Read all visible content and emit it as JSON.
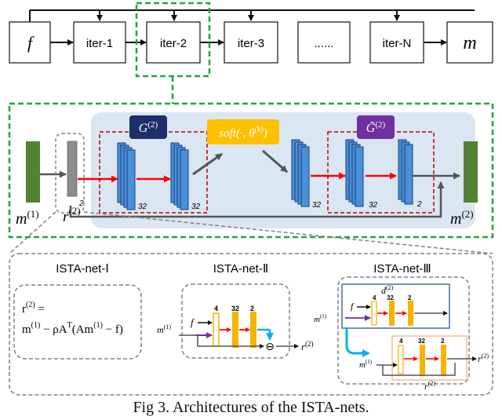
{
  "caption": "Fig 3. Architectures of the ISTA-nets.",
  "pipeline": {
    "input": "f",
    "output": "m",
    "iterations": [
      "iter-1",
      "iter-2",
      "iter-3",
      "......",
      "iter-N"
    ]
  },
  "detail": {
    "m_in": "m",
    "m_in_sup": "(1)",
    "r_label": "r",
    "r_sup": "(2)",
    "r_channels": "2",
    "g_base": "G",
    "g_sup": "(2)",
    "soft": "soft(·, θ",
    "soft_sup": "(k)",
    "soft_close": ")",
    "gt_base": "G̃",
    "gt_sup": "(2)",
    "m_out": "m",
    "m_out_sup": "(2)",
    "ch32_a": "32",
    "ch32_b": "32",
    "ch32_c": "32",
    "ch32_d": "32",
    "ch2_last": "2"
  },
  "variants": {
    "v1": {
      "title": "ISTA-net-Ⅰ",
      "eq1": "r",
      "eq1_sup": "(2)",
      "eq1_tail": " =",
      "eq2": "m",
      "eq2_sup1": "(1)",
      "eq2_mid": " − ρA",
      "eq2_supT": "T",
      "eq2_paren": "(Am",
      "eq2_sup2": "(1)",
      "eq2_tail": " − f)"
    },
    "v2": {
      "title": "ISTA-net-Ⅱ",
      "f": "f",
      "m": "m",
      "m_sup": "(1)",
      "c4": "4",
      "c32": "32",
      "c2": "2",
      "minus": "⊖",
      "r": "r",
      "r_sup": "(2)"
    },
    "v3": {
      "title": "ISTA-net-Ⅲ",
      "d": "d",
      "d_sup": "(2)",
      "f": "f",
      "m_top": "m",
      "m_top_sup": "(1)",
      "m_bot": "m",
      "m_bot_sup": "(1)",
      "c4a": "4",
      "c32a": "32",
      "c2a": "2",
      "c4b": "4",
      "c32b": "32",
      "c2b": "2",
      "r_out": "r",
      "r_out_sup": "(2)",
      "r_box": "r",
      "r_box_sup": "(2)"
    }
  },
  "colors": {
    "frame_green": "#1ea83a",
    "panel_blue": "#dbe6f3",
    "block_blue": "#4a90d9",
    "block_dark": "#2f5597",
    "navy": "#1f2f6b",
    "purple": "#7030a0",
    "soft_yellow": "#ffc000",
    "dashed_red": "#c00000",
    "red_arrow": "#ff0000",
    "orange_block": "#f5b400",
    "m_green": "#548235",
    "r_gray": "#8c8c8c",
    "cyan": "#00b0f0",
    "gray_frame": "#808080"
  }
}
